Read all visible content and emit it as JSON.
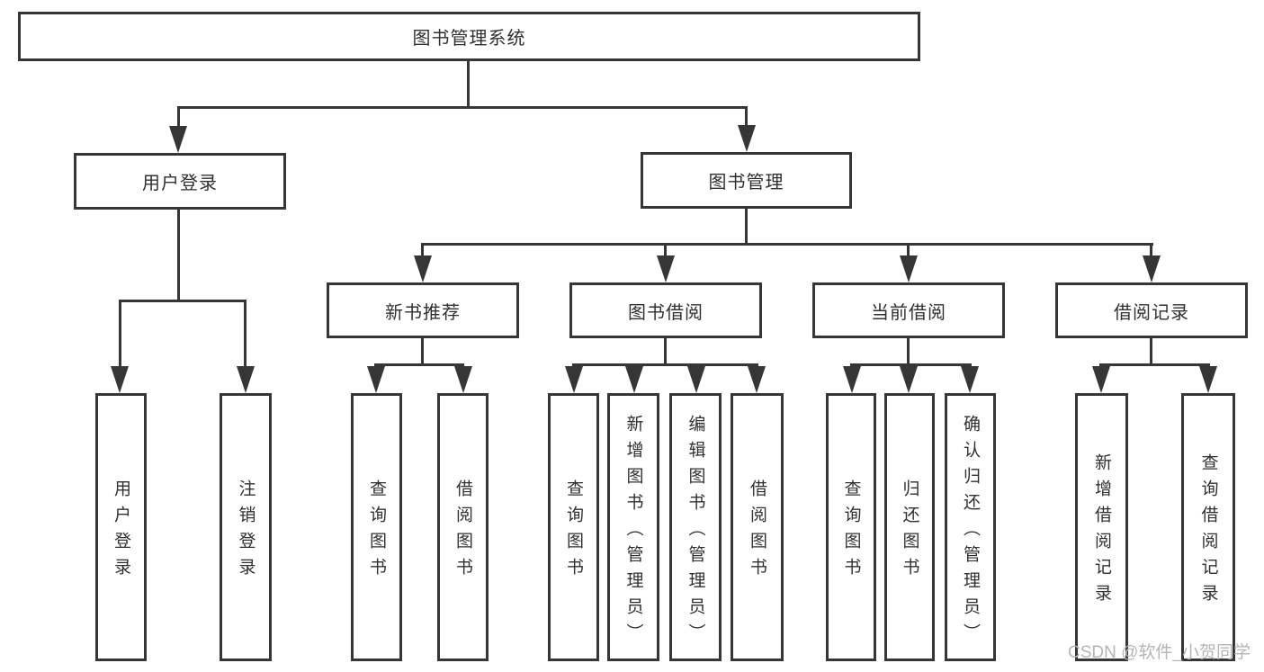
{
  "colors": {
    "line": "#363636",
    "box_border": "#363636",
    "text": "#303030",
    "watermark": "#b5b5b5",
    "background": "#ffffff"
  },
  "watermark": {
    "text": "CSDN @软件_小贺同学"
  },
  "tree": {
    "root": "图书管理系统",
    "branches": [
      {
        "label": "用户登录",
        "children": [
          "用户登录",
          "注销登录"
        ]
      },
      {
        "label": "图书管理",
        "sections": [
          {
            "label": "新书推荐",
            "children": [
              "查询图书",
              "借阅图书"
            ]
          },
          {
            "label": "图书借阅",
            "children": [
              "查询图书",
              "新增图书（管理员）",
              "编辑图书（管理员）",
              "借阅图书"
            ]
          },
          {
            "label": "当前借阅",
            "children": [
              "查询图书",
              "归还图书",
              "确认归还（管理员）"
            ]
          },
          {
            "label": "借阅记录",
            "children": [
              "新增借阅记录",
              "查询借阅记录"
            ]
          }
        ]
      }
    ]
  }
}
